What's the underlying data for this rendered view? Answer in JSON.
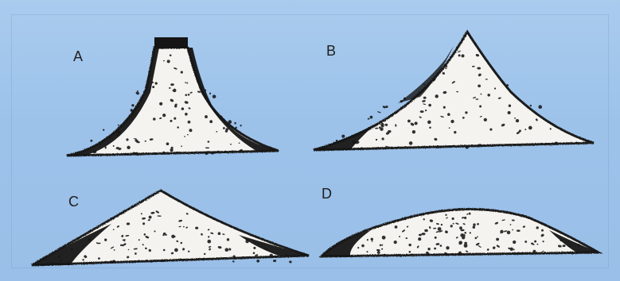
{
  "panels": [
    {
      "label": "A"
    },
    {
      "label": "B"
    },
    {
      "label": "C"
    },
    {
      "label": "D"
    }
  ],
  "colors": {
    "background": "#a3c6ec",
    "fill": "#f4f3ef",
    "ink": "#151515"
  }
}
